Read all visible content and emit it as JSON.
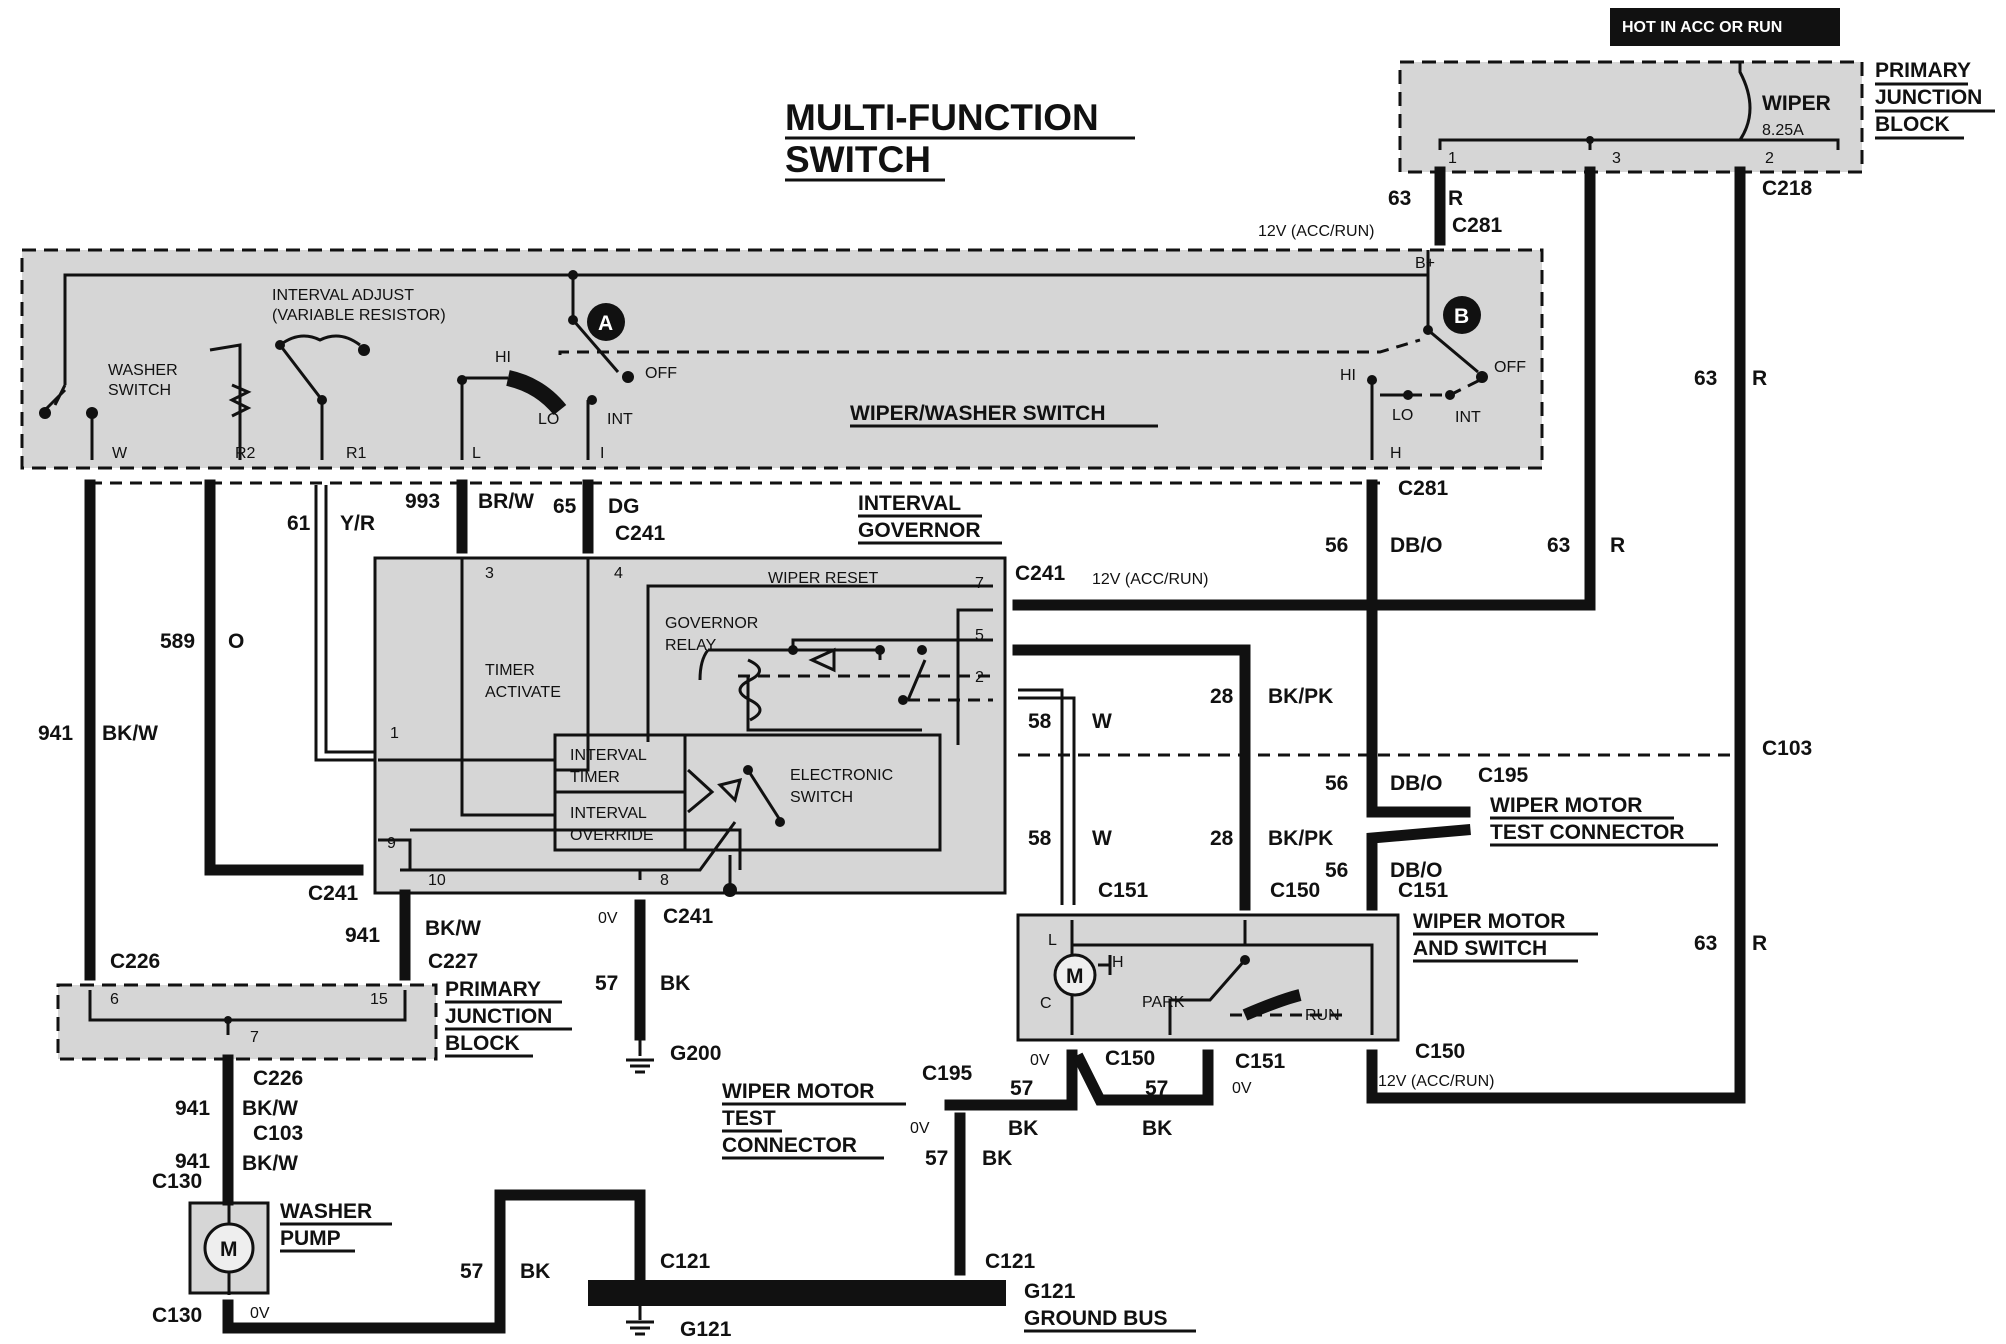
{
  "title": [
    "MULTI-FUNCTION",
    "SWITCH"
  ],
  "hot_badge": "HOT IN ACC OR RUN",
  "primary_junction_block_top": {
    "lines": [
      "PRIMARY",
      "JUNCTION",
      "BLOCK"
    ],
    "fuse": "WIPER",
    "fuse_rating": "8.25A",
    "pins": [
      "1",
      "3",
      "2"
    ]
  },
  "primary_junction_block_bottom": {
    "lines": [
      "PRIMARY",
      "JUNCTION",
      "BLOCK"
    ],
    "pins": [
      "6",
      "15",
      "7"
    ]
  },
  "switch_labels": {
    "interval_adjust": [
      "INTERVAL ADJUST",
      "(VARIABLE RESISTOR)"
    ],
    "washer_switch": [
      "WASHER",
      "SWITCH"
    ],
    "wiper_washer_switch": "WIPER/WASHER SWITCH",
    "hi": "HI",
    "lo": "LO",
    "int": "INT",
    "off": "OFF",
    "marker_a": "A",
    "marker_b": "B",
    "bplus": "B+",
    "h": "H",
    "term_w": "W",
    "term_r2": "R2",
    "term_r1": "R1",
    "term_l": "L",
    "term_i": "I"
  },
  "governor": {
    "title": [
      "INTERVAL",
      "GOVERNOR"
    ],
    "wiper_reset": "WIPER RESET",
    "governor_relay": [
      "GOVERNOR",
      "RELAY"
    ],
    "timer_activate": [
      "TIMER",
      "ACTIVATE"
    ],
    "interval_timer": [
      "INTERVAL",
      "TIMER"
    ],
    "interval_override": [
      "INTERVAL",
      "OVERRIDE"
    ],
    "electronic_switch": [
      "ELECTRONIC",
      "SWITCH"
    ],
    "pins": [
      "3",
      "4",
      "7",
      "5",
      "2",
      "1",
      "9",
      "10",
      "8"
    ]
  },
  "wiper_motor": {
    "title": [
      "WIPER MOTOR",
      "AND SWITCH"
    ],
    "motor": "M",
    "l": "L",
    "h": "H",
    "c": "C",
    "park": "PARK",
    "run": "RUN"
  },
  "test_connector_right": [
    "WIPER MOTOR",
    "TEST CONNECTOR"
  ],
  "test_connector_left": [
    "WIPER MOTOR",
    "TEST",
    "CONNECTOR"
  ],
  "washer_pump": {
    "lines": [
      "WASHER",
      "PUMP"
    ],
    "motor": "M"
  },
  "ground_bus": "GROUND BUS",
  "connectors": {
    "c218": "C218",
    "c281a": "C281",
    "c281b": "C281",
    "c241a": "C241",
    "c241b": "C241",
    "c241c": "C241",
    "c241d": "C241",
    "c103": "C103",
    "c195a": "C195",
    "c195b": "C195",
    "c151a": "C151",
    "c151b": "C151",
    "c151c": "C151",
    "c150a": "C150",
    "c150b": "C150",
    "c150c": "C150",
    "c226a": "C226",
    "c226b": "C226",
    "c227": "C227",
    "c103b": "C103",
    "c130a": "C130",
    "c130b": "C130",
    "c121a": "C121",
    "c121b": "C121",
    "g200": "G200",
    "g121a": "G121",
    "g121b": "G121"
  },
  "wires": {
    "w63a": "63",
    "r_a": "R",
    "v12_a": "12V (ACC/RUN)",
    "w63b": "63",
    "r_b": "R",
    "w63c": "63",
    "r_c": "R",
    "w63d": "63",
    "r_d": "R",
    "v12_b": "12V (ACC/RUN)",
    "v12_c": "12V (ACC/RUN)",
    "w993": "993",
    "brw": "BR/W",
    "w65": "65",
    "dg": "DG",
    "w61": "61",
    "yr": "Y/R",
    "w589": "589",
    "o": "O",
    "w941a": "941",
    "bkw_a": "BK/W",
    "w56a": "56",
    "dbo_a": "DB/O",
    "w56b": "56",
    "dbo_b": "DB/O",
    "w56c": "56",
    "dbo_c": "DB/O",
    "w28a": "28",
    "bkpk_a": "BK/PK",
    "w28b": "28",
    "bkpk_b": "BK/PK",
    "w58a": "58",
    "w_a": "W",
    "w58b": "58",
    "w_b": "W",
    "w941b": "941",
    "bkw_b": "BK/W",
    "w941c": "941",
    "bkw_c": "BK/W",
    "w941d": "941",
    "bkw_d": "BK/W",
    "w57a": "57",
    "bk_a": "BK",
    "w57b": "57",
    "bk_b": "BK",
    "w57c": "57",
    "bk_c": "BK",
    "w57d": "57",
    "bk_d": "BK",
    "w57e": "57",
    "bk_e": "BK",
    "ov_a": "0V",
    "ov_b": "0V",
    "ov_c": "0V",
    "ov_d": "0V",
    "ov_e": "0V"
  }
}
